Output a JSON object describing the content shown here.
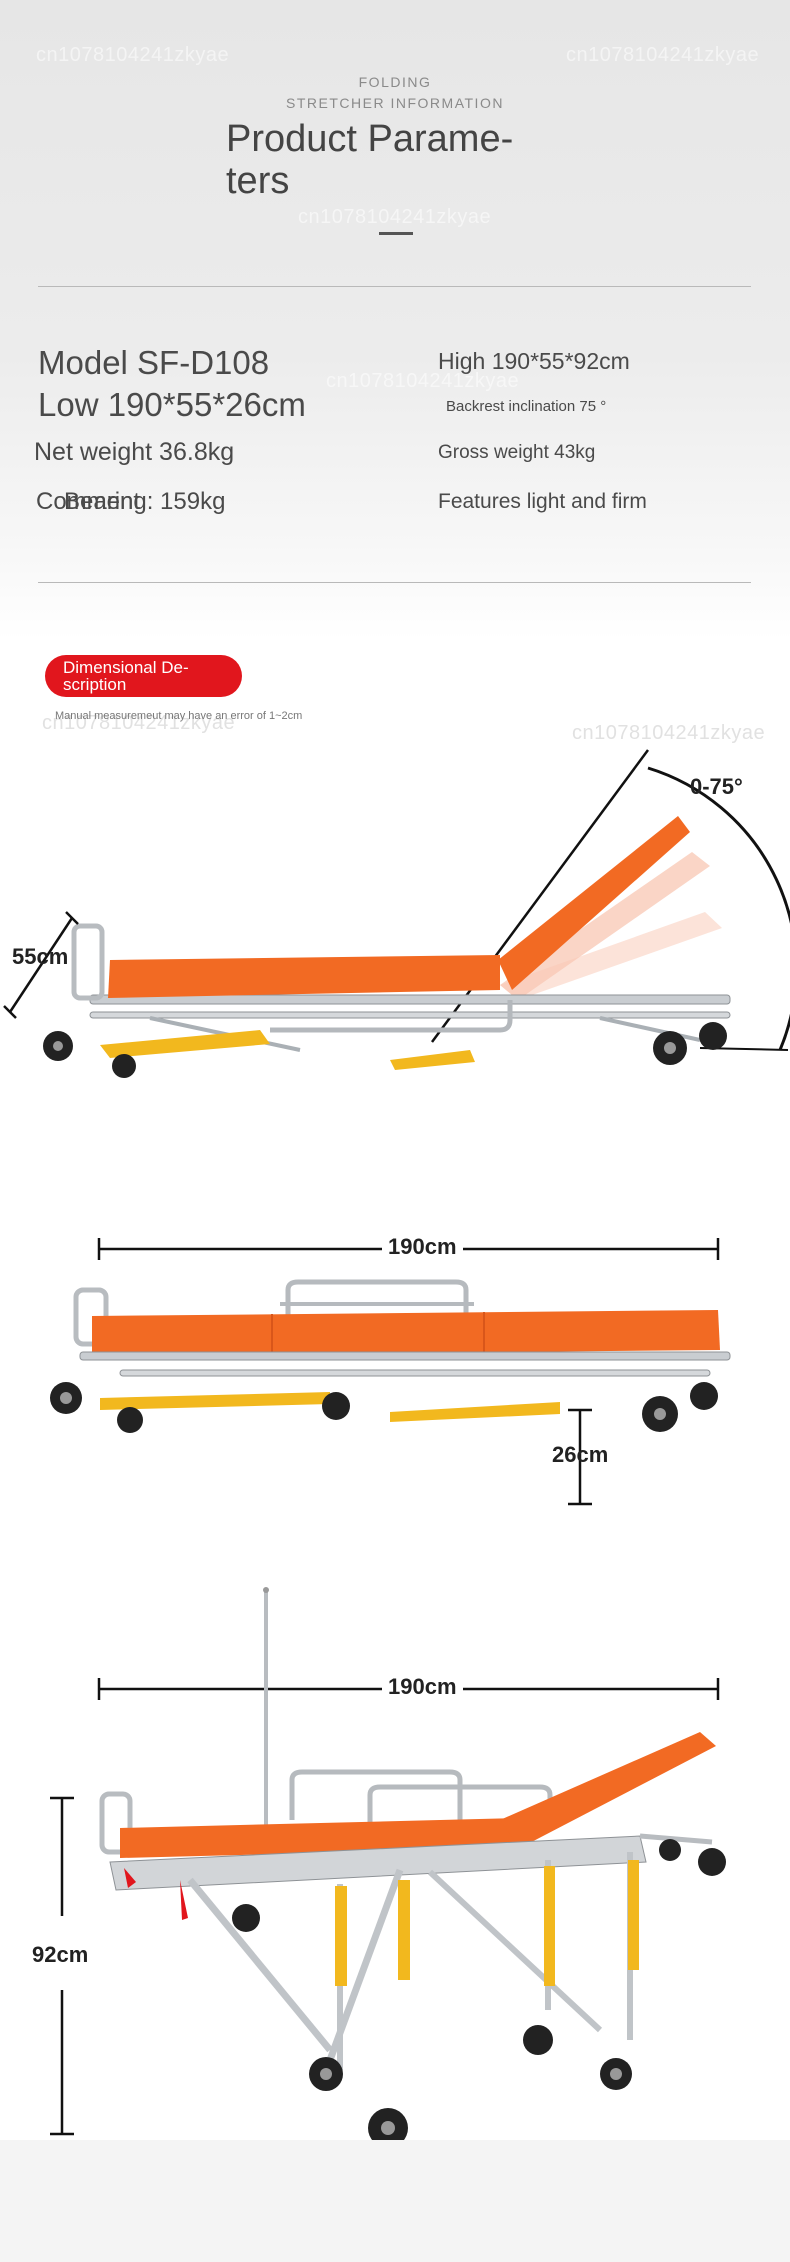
{
  "header": {
    "subtitle_line1": "FOLDING",
    "subtitle_line2": "STRETCHER INFORMATION",
    "title_line1": "Product Parame-",
    "title_line2": "ters"
  },
  "watermarks": [
    "cn1078104241zkyae",
    "cn1078104241zkyae",
    "cn1078104241zkyae",
    "cn1078104241zkyae",
    "cn1078104241zkyae",
    "cn1078104241zkyae"
  ],
  "parameters": {
    "model": "Model SF-D108",
    "low": "Low 190*55*26cm",
    "high": "High 190*55*92cm",
    "backrest": "Backrest inclination 75 °",
    "net_weight": "Net weight 36.8kg",
    "gross_weight": "Gross weight 43kg",
    "overlap_a": "Comment",
    "overlap_b": "Bearing: 159kg",
    "features": "Features light and firm"
  },
  "dimensional": {
    "label_line1": "Dimensional De-",
    "label_line2": "scription",
    "note": "Manual measuremeut may have an error of 1~2cm"
  },
  "dimensions": {
    "angle": "0-75°",
    "width": "55cm",
    "length_low": "190cm",
    "height_low": "26cm",
    "length_high": "190cm",
    "height_high": "92cm"
  },
  "colors": {
    "mattress": "#f26a23",
    "frame": "#c9cdd1",
    "accent_red": "#e1161d",
    "strap_yellow": "#f2b81e"
  }
}
